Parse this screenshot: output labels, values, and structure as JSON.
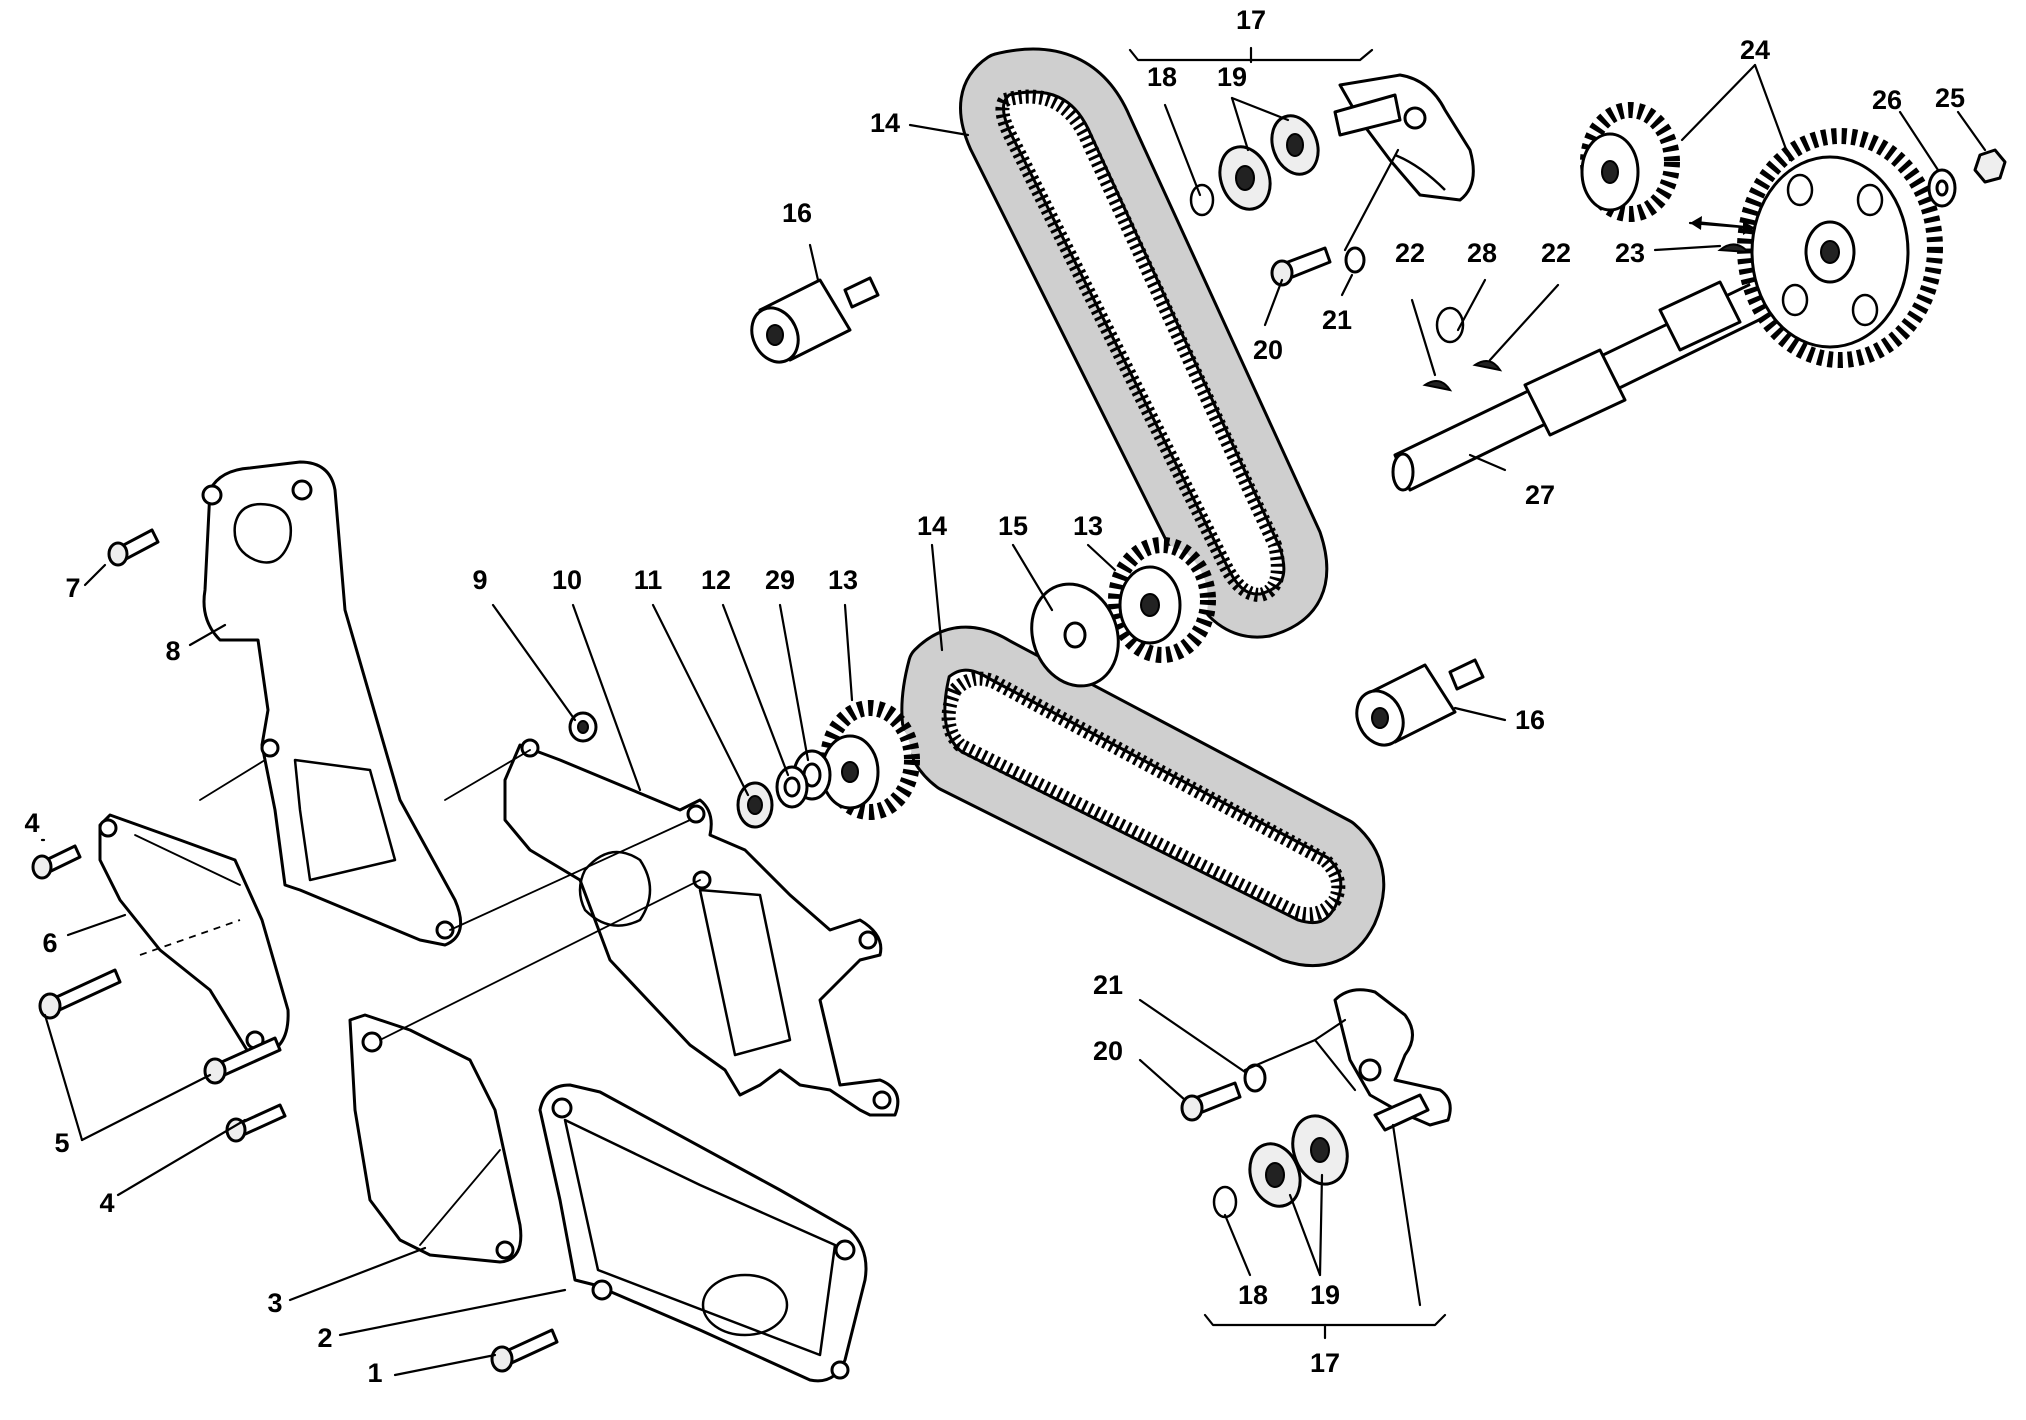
{
  "callouts": [
    {
      "id": "c1",
      "text": "1"
    },
    {
      "id": "c2",
      "text": "2"
    },
    {
      "id": "c3",
      "text": "3"
    },
    {
      "id": "c4a",
      "text": "4"
    },
    {
      "id": "c4b",
      "text": "4"
    },
    {
      "id": "c5",
      "text": "5"
    },
    {
      "id": "c6",
      "text": "6"
    },
    {
      "id": "c7",
      "text": "7"
    },
    {
      "id": "c8",
      "text": "8"
    },
    {
      "id": "c9",
      "text": "9"
    },
    {
      "id": "c10",
      "text": "10"
    },
    {
      "id": "c11",
      "text": "11"
    },
    {
      "id": "c12",
      "text": "12"
    },
    {
      "id": "c29",
      "text": "29"
    },
    {
      "id": "c13a",
      "text": "13"
    },
    {
      "id": "c13b",
      "text": "13"
    },
    {
      "id": "c14a",
      "text": "14"
    },
    {
      "id": "c14b",
      "text": "14"
    },
    {
      "id": "c15",
      "text": "15"
    },
    {
      "id": "c16a",
      "text": "16"
    },
    {
      "id": "c16b",
      "text": "16"
    },
    {
      "id": "c17a",
      "text": "17"
    },
    {
      "id": "c17b",
      "text": "17"
    },
    {
      "id": "c18a",
      "text": "18"
    },
    {
      "id": "c18b",
      "text": "18"
    },
    {
      "id": "c19a",
      "text": "19"
    },
    {
      "id": "c19b",
      "text": "19"
    },
    {
      "id": "c20a",
      "text": "20"
    },
    {
      "id": "c20b",
      "text": "20"
    },
    {
      "id": "c21a",
      "text": "21"
    },
    {
      "id": "c21b",
      "text": "21"
    },
    {
      "id": "c22a",
      "text": "22"
    },
    {
      "id": "c22b",
      "text": "22"
    },
    {
      "id": "c23",
      "text": "23"
    },
    {
      "id": "c24",
      "text": "24"
    },
    {
      "id": "c25",
      "text": "25"
    },
    {
      "id": "c26",
      "text": "26"
    },
    {
      "id": "c27",
      "text": "27"
    },
    {
      "id": "c28",
      "text": "28"
    }
  ]
}
